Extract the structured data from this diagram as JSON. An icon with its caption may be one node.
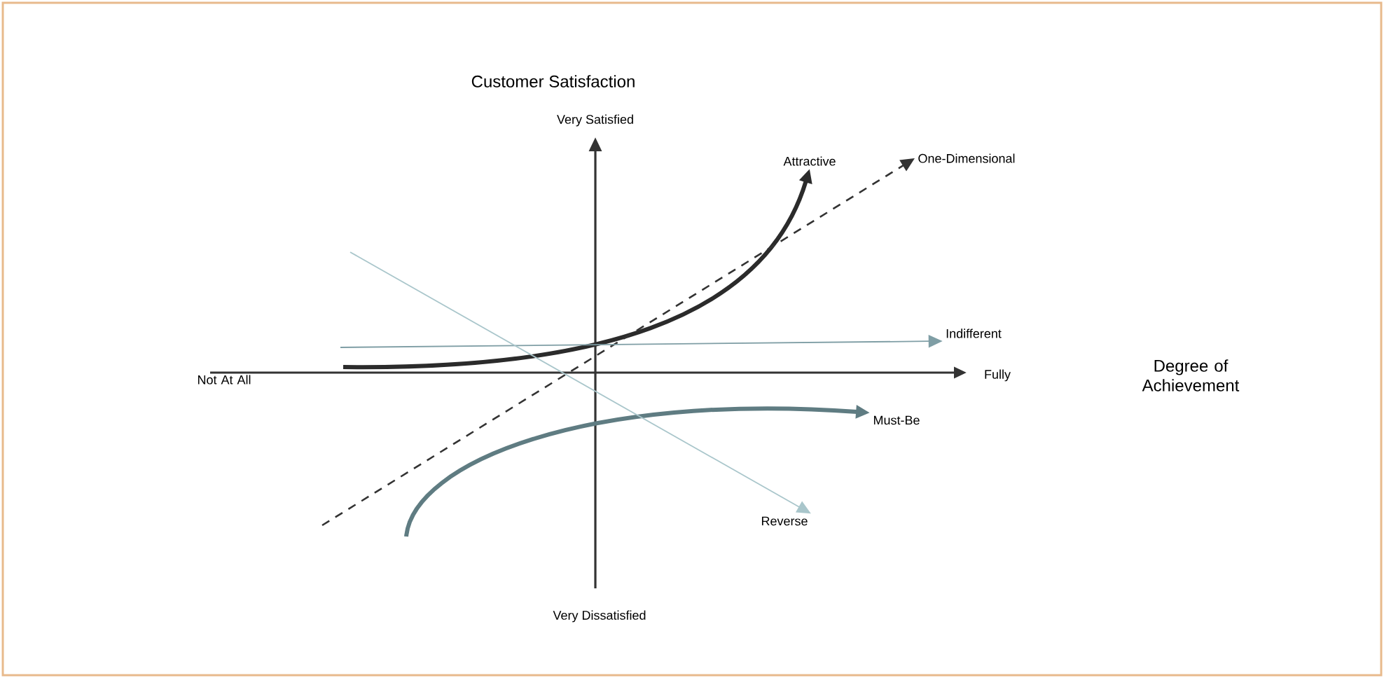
{
  "diagram": {
    "title": "Customer Satisfaction",
    "nodes": [
      {
        "text": [
          "Attractive"
        ]
      },
      {
        "text": [
          "One-Dimensional"
        ]
      },
      {
        "text": [
          "Indifferent"
        ]
      },
      {
        "text": [
          "Must-Be"
        ]
      },
      {
        "text": [
          "Reverse"
        ]
      }
    ],
    "edges": [
      {
        "from": null,
        "to": 0,
        "arrow": "to",
        "style": "thick",
        "color": "#2b2b2b"
      },
      {
        "from": null,
        "to": 1,
        "arrow": "to",
        "style": "dashed",
        "color": "#333333"
      },
      {
        "from": null,
        "to": 2,
        "arrow": "to",
        "color": "#7f9ea5"
      },
      {
        "from": null,
        "to": 3,
        "arrow": "to",
        "style": "thick",
        "color": "#5f7c82"
      },
      {
        "from": null,
        "to": 4,
        "arrow": "to",
        "color": "#a9c6cb"
      }
    ],
    "labels": [
      "Very Satisfied",
      "Not At All",
      "Fully",
      "Degree of Achievement",
      "Very Dissatisfied"
    ]
  }
}
